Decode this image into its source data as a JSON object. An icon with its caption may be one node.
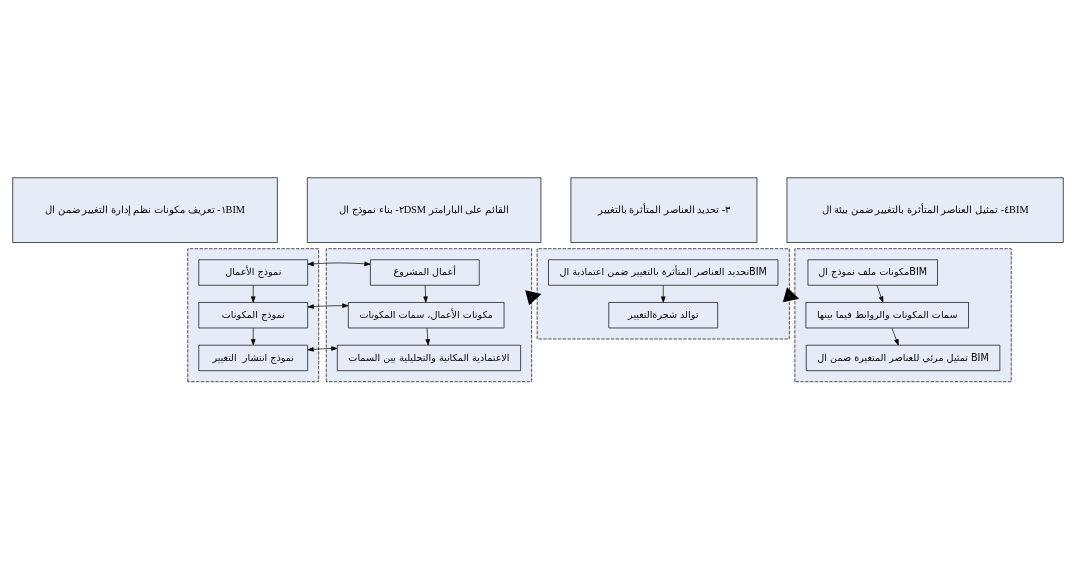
{
  "diagram": {
    "nodes": [
      {
        "text": [
          "١- تعريف مكونات نظم إدارة التغيير ضمن الBIM"
        ]
      },
      {
        "text": [
          "٢- بناء نموذج الDSM القائم على البارامتر"
        ]
      },
      {
        "text": [
          "٣- تحديد العناصر المتأثرة بالتغيير"
        ]
      },
      {
        "text": [
          "٤- تمثيل العناصر المتأثرة بالتغيير ضمن بيئة الBIM"
        ]
      },
      {
        "text": [],
        "shape": "box"
      },
      {
        "text": [
          "نموذج الأعمال"
        ],
        "in": 4
      },
      {
        "text": [
          "نموذج المكونات"
        ],
        "in": 4
      },
      {
        "text": [
          "نموذج انتشار  التغيير"
        ],
        "in": 4
      },
      {
        "text": [],
        "shape": "box"
      },
      {
        "text": [
          "أعمال المشروع"
        ],
        "in": 8
      },
      {
        "text": [
          "مكونات الأعمال، سمات المكونات"
        ],
        "in": 8
      },
      {
        "text": [
          "الاعتمادية المكانية والتحليلية بين السمات"
        ],
        "in": 8
      },
      {
        "text": [],
        "shape": "box"
      },
      {
        "text": [
          "تحديد العناصر المتأثرة بالتغيير ضمن اعتمادية الBIM"
        ],
        "in": 12
      },
      {
        "text": [
          "توالد شجرةالتغيير"
        ],
        "in": 12
      },
      {
        "text": [],
        "shape": "box"
      },
      {
        "text": [
          "مكونات ملف نموذج الBIM"
        ],
        "in": 15
      },
      {
        "text": [
          "سمات المكونات والروابط فيما بينها"
        ],
        "in": 15
      },
      {
        "text": [
          "تمثيل مرئي للعناصر المتغيرة ضمن ال BIM"
        ],
        "in": 15
      }
    ],
    "edges": [
      {
        "from": 5,
        "to": 6,
        "arrow": "to"
      },
      {
        "from": 6,
        "to": 7,
        "arrow": "to"
      },
      {
        "from": 5,
        "to": 9,
        "arrow": "both"
      },
      {
        "from": 6,
        "to": 10,
        "arrow": "both"
      },
      {
        "from": 7,
        "to": 11,
        "arrow": "both"
      },
      {
        "from": 9,
        "to": 10,
        "arrow": "to"
      },
      {
        "from": 10,
        "to": 11,
        "arrow": "to"
      },
      {
        "from": 8,
        "to": 12,
        "arrow": "to",
        "style": "thick"
      },
      {
        "from": 13,
        "to": 14,
        "arrow": "to"
      },
      {
        "from": 12,
        "to": 15,
        "arrow": "to",
        "style": "thick"
      },
      {
        "from": 16,
        "to": 17,
        "arrow": "to"
      },
      {
        "from": 17,
        "to": 18,
        "arrow": "to"
      }
    ]
  }
}
